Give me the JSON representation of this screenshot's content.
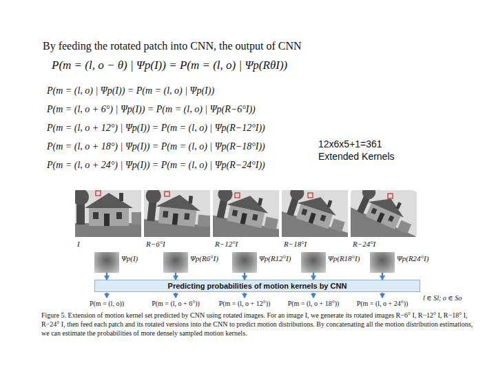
{
  "diagram": {
    "title": "By feeding the rotated patch into CNN, the output of CNN",
    "caption": "Figure 5. Extension of motion kernel set predicted by CNN using rotated images. For an image I, we generate its rotated images R−6° I, R−12° I, R−18° I, R−24° I, then feed each patch and its rotated versions into the CNN to predict motion distributions. By concatenating all the motion distribution estimations, we can estimate the probabilities of more densely sampled motion kernels.",
    "nodes": [
      {
        "text": [
          "Ψp(I)"
        ]
      },
      {
        "text": [
          "Ψp(R6°I)"
        ]
      },
      {
        "text": [
          "Ψp(R12°I)"
        ]
      },
      {
        "text": [
          "Ψp(R18°I)"
        ]
      },
      {
        "text": [
          "Ψp(R24°I)"
        ]
      },
      {
        "text": [
          "Predicting probabilities of motion kernels by CNN"
        ]
      }
    ],
    "edges": [
      {
        "from": 0,
        "to": 5,
        "arrow": "to"
      },
      {
        "from": 1,
        "to": 5,
        "arrow": "to"
      },
      {
        "from": 2,
        "to": 5,
        "arrow": "to"
      },
      {
        "from": 3,
        "to": 5,
        "arrow": "to"
      },
      {
        "from": 4,
        "to": 5,
        "arrow": "to"
      }
    ],
    "labels": [
      "P(m = (l, o − θ) | Ψp(I)) = P(m = (l, o) | Ψp(RθI))",
      "P(m = (l, o) | Ψp(I)) = P(m = (l, o) | Ψp(I))",
      "P(m = (l, o + 6°) | Ψp(I)) = P(m = (l, o) | Ψp(R−6°I))",
      "P(m = (l, o + 12°) | Ψp(I)) = P(m = (l, o) | Ψp(R−12°I))",
      "P(m = (l, o + 18°) | Ψp(I)) = P(m = (l, o) | Ψp(R−18°I))",
      "P(m = (l, o + 24°) | Ψp(I)) = P(m = (l, o) | Ψp(R−24°I))",
      "12x6x5+1=361 Extended Kernels",
      "I",
      "R−6°I",
      "R−12°I",
      "R−18°I",
      "R−24°I",
      "l ∈ Sl; o ∈ So",
      "P(m = (l, o))",
      "P(m = (l, o + 6°))",
      "P(m = (l, o + 12°))",
      "P(m = (l, o + 18°))",
      "P(m = (l, o + 24°))"
    ]
  }
}
